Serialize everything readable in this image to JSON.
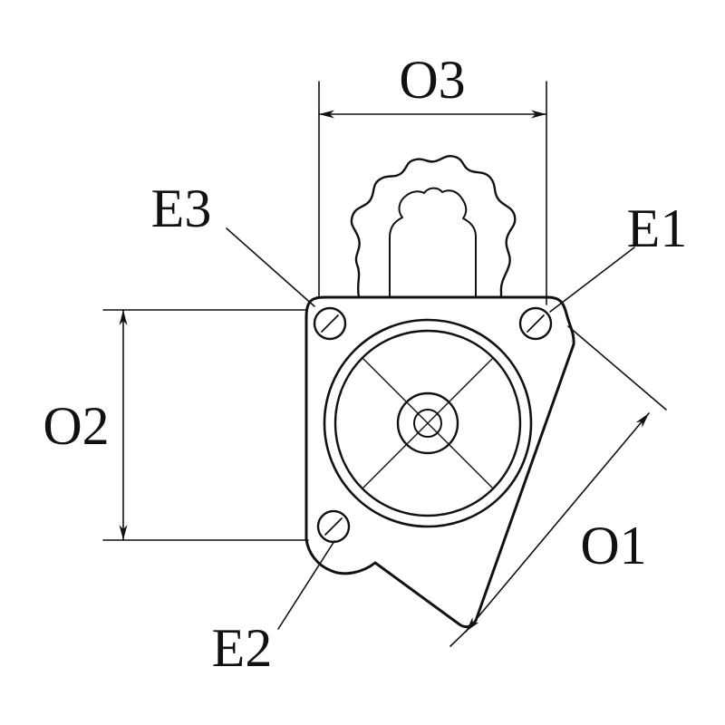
{
  "diagram": {
    "background_color": "#ffffff",
    "line_color": "#111111",
    "labels": {
      "o1": "O1",
      "o2": "O2",
      "o3": "O3",
      "e1": "E1",
      "e2": "E2",
      "e3": "E3"
    }
  }
}
